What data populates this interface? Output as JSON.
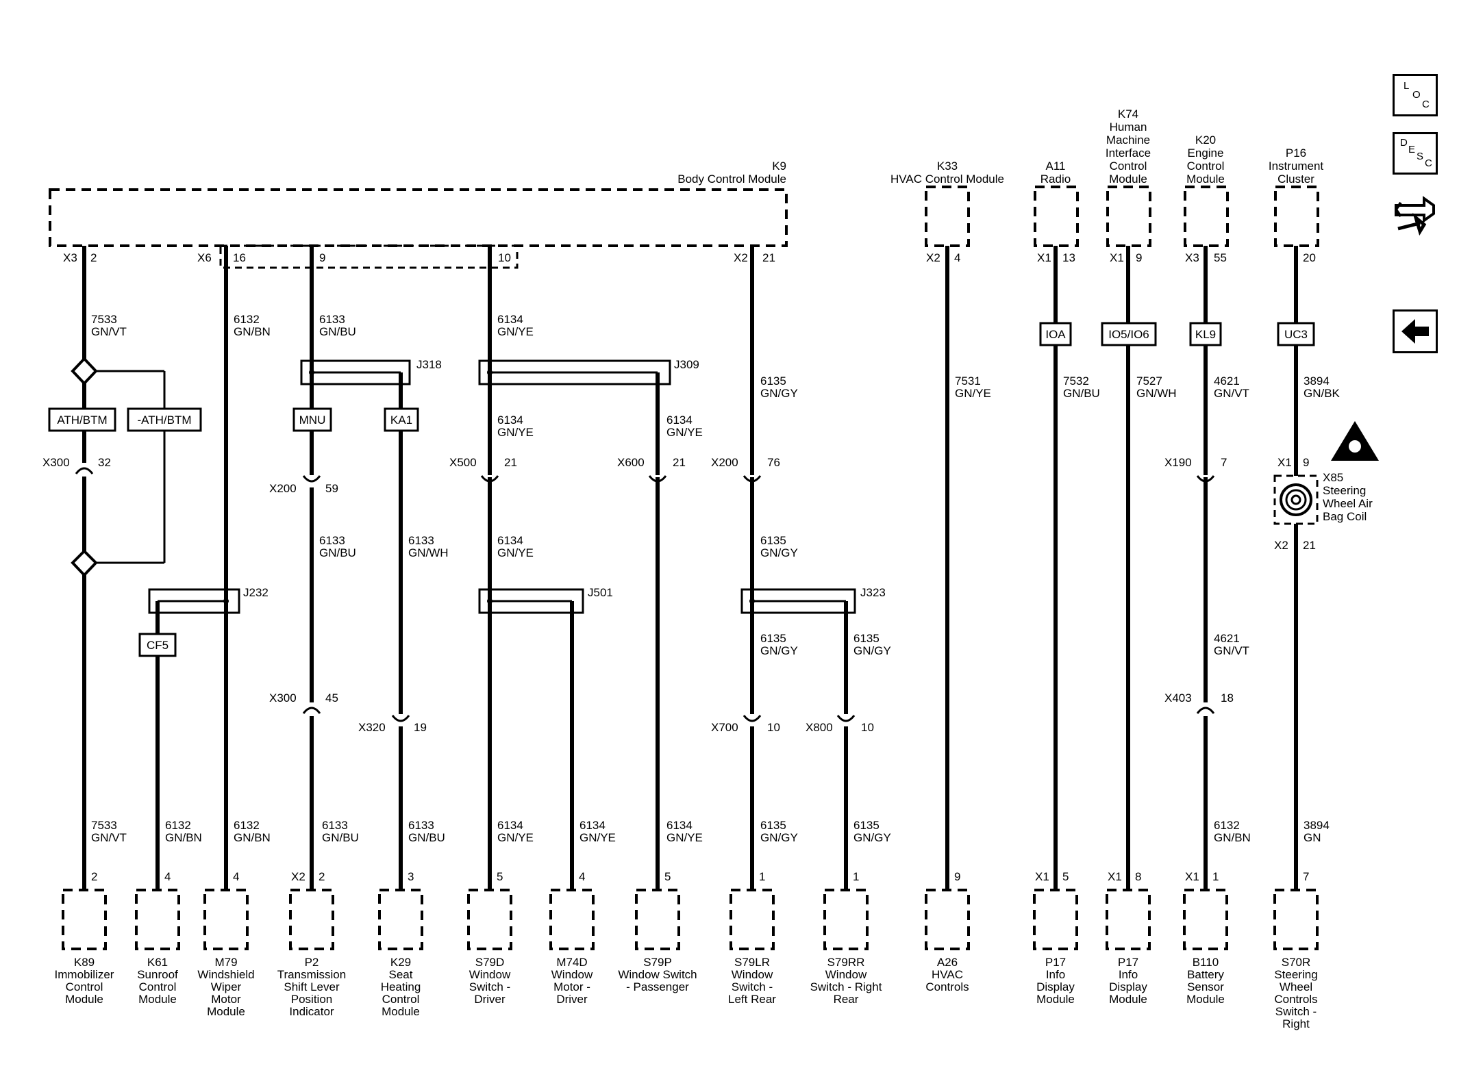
{
  "modules_top": {
    "k9": {
      "ref": "K9",
      "name": "Body Control Module"
    },
    "k33": {
      "ref": "K33",
      "name": "HVAC Control Module"
    },
    "a11": {
      "ref": "A11",
      "name": "Radio"
    },
    "k74": {
      "ref": "K74",
      "name": [
        "Human",
        "Machine",
        "Interface",
        "Control",
        "Module"
      ]
    },
    "k20": {
      "ref": "K20",
      "name": [
        "Engine",
        "Control",
        "Module"
      ]
    },
    "p16": {
      "ref": "P16",
      "name": [
        "Instrument",
        "Cluster"
      ]
    }
  },
  "connectors": {
    "x3": "X3",
    "x6": "X6",
    "x2": "X2",
    "x1": "X1",
    "pin2": "2",
    "pin16": "16",
    "pin9": "9",
    "pin10": "10",
    "pin21": "21",
    "pin4": "4",
    "pin13": "13",
    "pin55": "55",
    "pin20": "20",
    "x300": "X300",
    "x300_pin": "32",
    "x200a": "X200",
    "x200a_pin": "59",
    "x500": "X500",
    "x500_pin": "21",
    "x600": "X600",
    "x600_pin": "21",
    "x200b": "X200",
    "x200b_pin": "76",
    "x190": "X190",
    "x190_pin": "7",
    "x85_x1": "X1",
    "x85_x1_pin": "9",
    "x85_x2": "X2",
    "x85_x2_pin": "21",
    "x300b": "X300",
    "x300b_pin": "45",
    "x320": "X320",
    "x320_pin": "19",
    "x700": "X700",
    "x700_pin": "10",
    "x800": "X800",
    "x800_pin": "10",
    "x403": "X403",
    "x403_pin": "18"
  },
  "splices": {
    "j318": "J318",
    "j309": "J309",
    "j232": "J232",
    "j501": "J501",
    "j323": "J323"
  },
  "options": {
    "ath1": "ATH/BTM",
    "ath2": "-ATH/BTM",
    "mnu": "MNU",
    "ka1": "KA1",
    "cf5": "CF5",
    "ioa": "IOA",
    "io56": "IO5/IO6",
    "kl9": "KL9",
    "uc3": "UC3"
  },
  "wires": {
    "w7533": [
      "7533",
      "GN/VT"
    ],
    "w6132": [
      "6132",
      "GN/BN"
    ],
    "w6133bu": [
      "6133",
      "GN/BU"
    ],
    "w6133wh": [
      "6133",
      "GN/WH"
    ],
    "w6134": [
      "6134",
      "GN/YE"
    ],
    "w6135": [
      "6135",
      "GN/GY"
    ],
    "w7531": [
      "7531",
      "GN/YE"
    ],
    "w7532": [
      "7532",
      "GN/BU"
    ],
    "w7527": [
      "7527",
      "GN/WH"
    ],
    "w4621": [
      "4621",
      "GN/VT"
    ],
    "w3894bk": [
      "3894",
      "GN/BK"
    ],
    "w3894gn": [
      "3894",
      "GN"
    ],
    "w6132b": [
      "6132",
      "GN/BN"
    ]
  },
  "x85": {
    "ref": "X85",
    "name": [
      "Steering",
      "Wheel Air",
      "Bag Coil"
    ]
  },
  "modules_bottom": [
    {
      "pin": "2",
      "conn": "",
      "ref": "K89",
      "name": [
        "Immobilizer",
        "Control",
        "Module"
      ]
    },
    {
      "pin": "4",
      "conn": "",
      "ref": "K61",
      "name": [
        "Sunroof",
        "Control",
        "Module"
      ]
    },
    {
      "pin": "4",
      "conn": "",
      "ref": "M79",
      "name": [
        "Windshield",
        "Wiper",
        "Motor",
        "Module"
      ]
    },
    {
      "pin": "2",
      "conn": "X2",
      "ref": "P2",
      "name": [
        "Transmission",
        "Shift Lever",
        "Position",
        "Indicator"
      ]
    },
    {
      "pin": "3",
      "conn": "",
      "ref": "K29",
      "name": [
        "Seat",
        "Heating",
        "Control",
        "Module"
      ]
    },
    {
      "pin": "5",
      "conn": "",
      "ref": "S79D",
      "name": [
        "Window",
        "Switch -",
        "Driver"
      ]
    },
    {
      "pin": "4",
      "conn": "",
      "ref": "M74D",
      "name": [
        "Window",
        "Motor -",
        "Driver"
      ]
    },
    {
      "pin": "5",
      "conn": "",
      "ref": "S79P",
      "name": [
        "Window Switch",
        "- Passenger"
      ]
    },
    {
      "pin": "1",
      "conn": "",
      "ref": "S79LR",
      "name": [
        "Window",
        "Switch -",
        "Left Rear"
      ]
    },
    {
      "pin": "1",
      "conn": "",
      "ref": "S79RR",
      "name": [
        "Window",
        "Switch - Right",
        "Rear"
      ]
    },
    {
      "pin": "9",
      "conn": "",
      "ref": "A26",
      "name": [
        "HVAC",
        "Controls"
      ]
    },
    {
      "pin": "5",
      "conn": "X1",
      "ref": "P17",
      "name": [
        "Info",
        "Display",
        "Module"
      ]
    },
    {
      "pin": "8",
      "conn": "X1",
      "ref": "P17",
      "name": [
        "Info",
        "Display",
        "Module"
      ]
    },
    {
      "pin": "1",
      "conn": "X1",
      "ref": "B110",
      "name": [
        "Battery",
        "Sensor",
        "Module"
      ]
    },
    {
      "pin": "7",
      "conn": "",
      "ref": "S70R",
      "name": [
        "Steering",
        "Wheel",
        "Controls",
        "Switch -",
        "Right"
      ]
    }
  ],
  "sidebar": {
    "loc": [
      "L",
      "O",
      "C"
    ],
    "desc": [
      "D",
      "E",
      "S",
      "C"
    ]
  }
}
